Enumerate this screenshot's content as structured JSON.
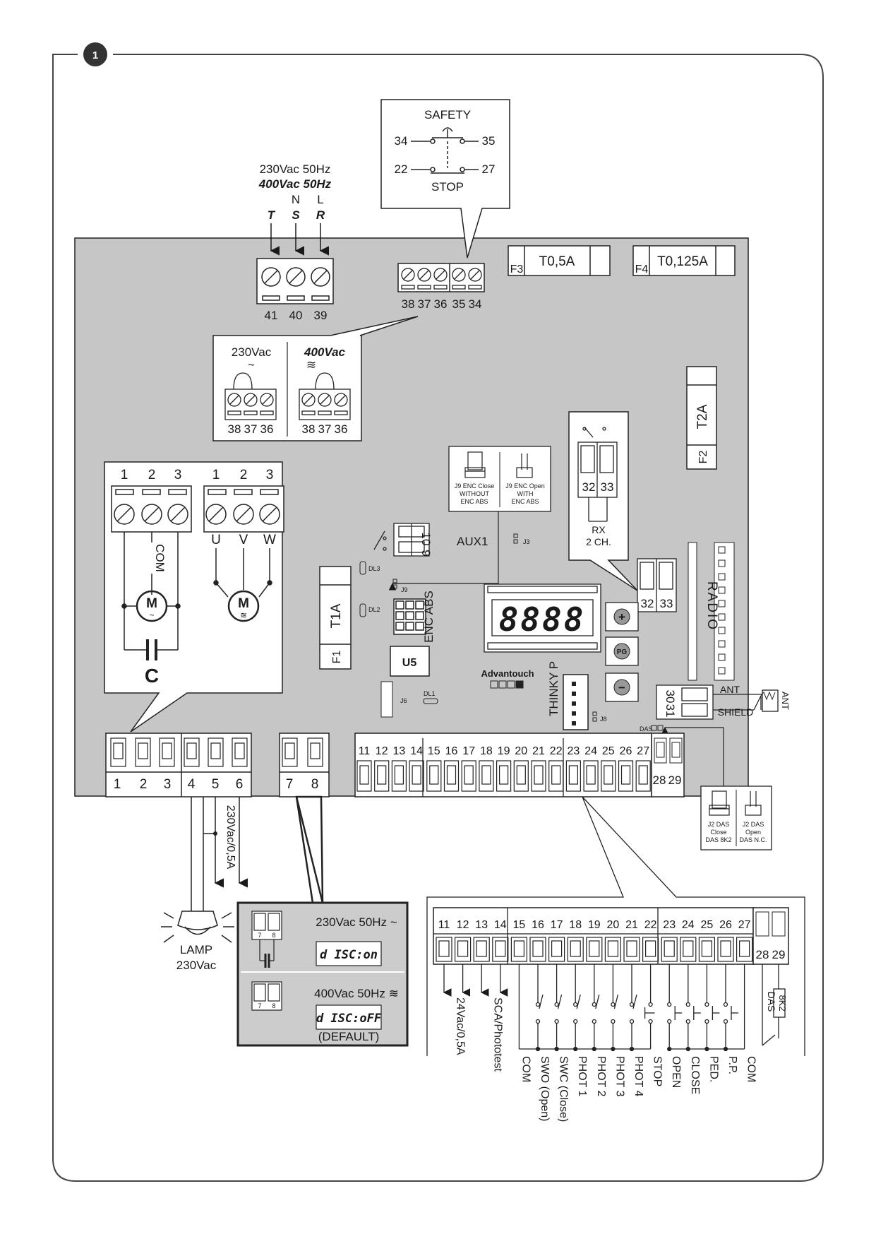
{
  "figure_number": "1",
  "mains": {
    "line1": "230Vac 50Hz",
    "line2": "400Vac 50Hz",
    "n": "N",
    "l": "L",
    "t": "T",
    "s": "S",
    "r": "R"
  },
  "main_terminals": [
    "41",
    "40",
    "39"
  ],
  "safety_stop_callout": {
    "safety": "SAFETY",
    "stop": "STOP",
    "t34": "34",
    "t35": "35",
    "t22": "22",
    "t27": "27"
  },
  "block_38_34": [
    "38",
    "37",
    "36",
    "35",
    "34"
  ],
  "fuses": {
    "f3": "F3",
    "f3_value": "T0,5A",
    "f4": "F4",
    "f4_value": "T0,125A",
    "f2": "F2",
    "f2_value": "T2A",
    "f1": "F1",
    "f1_value": "T1A"
  },
  "voltage_callout": {
    "v230": "230Vac",
    "v400": "400Vac",
    "w230": "~",
    "w400": "≋",
    "terms": [
      "38",
      "37",
      "36"
    ]
  },
  "motor_callout": {
    "left_terms": [
      "1",
      "2",
      "3"
    ],
    "right_terms": [
      "1",
      "2",
      "3"
    ],
    "com": "COM",
    "u": "U",
    "v": "V",
    "w": "W",
    "m": "M",
    "c": "C"
  },
  "enc_box": {
    "close1": "J9 ENC Close",
    "close2": "WITHOUT",
    "close3": "ENC ABS",
    "open1": "J9 ENC Open",
    "open2": "WITH",
    "open3": "ENC ABS"
  },
  "aux": {
    "label": "AUX1",
    "t10": "10",
    "t9": "9",
    "j3": "J3",
    "dl3": "DL3",
    "dl2": "DL2",
    "j9": "J9",
    "enc_abs": "ENC ABS",
    "u5": "U5",
    "j6": "J6",
    "dl1": "DL1"
  },
  "rx_callout": {
    "t32": "32",
    "t33": "33",
    "rx1": "RX",
    "rx2": "2 CH."
  },
  "radio": {
    "label": "RADIO",
    "t32": "32",
    "t33": "33"
  },
  "display": {
    "digits": "8888",
    "plus": "+",
    "pg": "PG",
    "minus": "−",
    "brand": "Advantouch",
    "thinky": "THINKY P",
    "j8": "J8"
  },
  "antenna": {
    "t30": "30",
    "t31": "31",
    "ant": "ANT",
    "shield": "SHIELD",
    "ant_box": "ANT",
    "das": "DAS"
  },
  "bottom_left_terms": [
    "1",
    "2",
    "3",
    "4",
    "5",
    "6"
  ],
  "bottom_78": [
    "7",
    "8"
  ],
  "main_strip": [
    "11",
    "12",
    "13",
    "14",
    "15",
    "16",
    "17",
    "18",
    "19",
    "20",
    "21",
    "22",
    "23",
    "24",
    "25",
    "26",
    "27"
  ],
  "t28": "28",
  "t29": "29",
  "out_230": "230Vac/0,5A",
  "lamp": {
    "l1": "LAMP",
    "l2": "230Vac"
  },
  "das_jumper": {
    "c1": "J2 DAS",
    "c2": "Close",
    "c3": "DAS 8K2",
    "o1": "J2 DAS",
    "o2": "Open",
    "o3": "DAS N.C."
  },
  "motor_select": {
    "line1": "230Vac 50Hz ~",
    "disp1": "d ISC:on",
    "line2": "400Vac 50Hz ≋",
    "disp2": "d ISC:oFF",
    "default": "(DEFAULT)",
    "t7": "7",
    "t8": "8"
  },
  "detail": {
    "terms": [
      "11",
      "12",
      "13",
      "14",
      "15",
      "16",
      "17",
      "18",
      "19",
      "20",
      "21",
      "22",
      "23",
      "24",
      "25",
      "26",
      "27"
    ],
    "t28": "28",
    "t29": "29",
    "labels": [
      "24Vac/0,5A",
      "SCA/Phototest",
      "COM",
      "SWO (Open)",
      "SWC (Close)",
      "PHOT 1",
      "PHOT 2",
      "PHOT 3",
      "PHOT 4",
      "STOP",
      "OPEN",
      "CLOSE",
      "PED.",
      "P.P.",
      "COM"
    ],
    "das": "DAS",
    "k82": "8K2"
  }
}
